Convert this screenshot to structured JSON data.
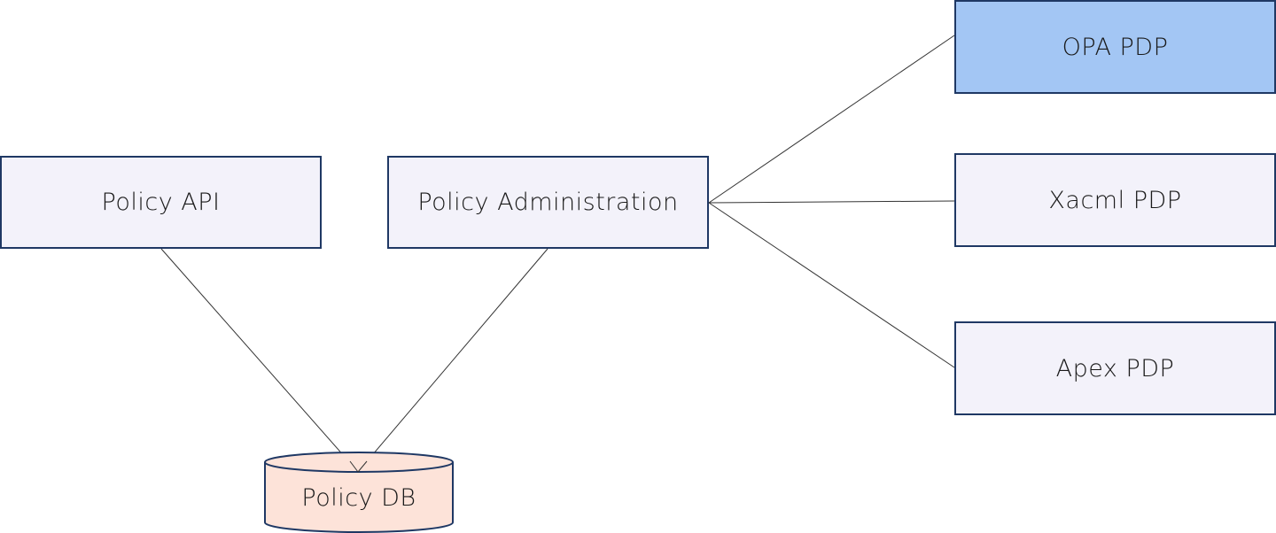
{
  "nodes": {
    "policy_api": {
      "label": "Policy API"
    },
    "policy_admin": {
      "label": "Policy Administration"
    },
    "opa_pdp": {
      "label": "OPA PDP"
    },
    "xacml_pdp": {
      "label": "Xacml PDP"
    },
    "apex_pdp": {
      "label": "Apex PDP"
    },
    "policy_db": {
      "label": "Policy DB"
    }
  },
  "edges": [
    {
      "from": "policy_api",
      "to": "policy_db"
    },
    {
      "from": "policy_admin",
      "to": "policy_db"
    },
    {
      "from": "policy_admin",
      "to": "opa_pdp"
    },
    {
      "from": "policy_admin",
      "to": "xacml_pdp"
    },
    {
      "from": "policy_admin",
      "to": "apex_pdp"
    }
  ],
  "colors": {
    "box_fill": "#f3f2fa",
    "box_border": "#1f3864",
    "highlight_fill": "#a3c6f4",
    "database_fill": "#fde3d9",
    "connector": "#333333"
  }
}
